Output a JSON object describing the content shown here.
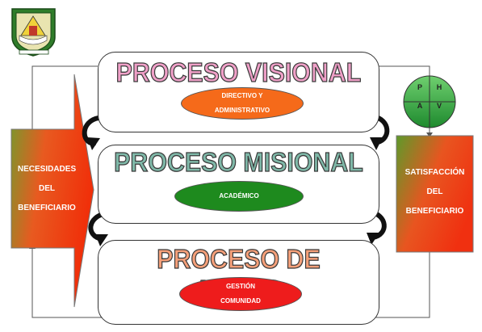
{
  "diagram": {
    "processes": [
      {
        "title": "PROCESO VISIONAL",
        "sub_lines": [
          "DIRECTIVO Y",
          "ADMINISTRATIVO"
        ],
        "colors": {
          "title": "#f0a0c8",
          "ellipse": "#f56a1a"
        }
      },
      {
        "title": "PROCESO MISIONAL",
        "sub_lines": [
          "ACADÉMICO"
        ],
        "colors": {
          "title": "#7fb8a8",
          "ellipse": "#1e8a1e"
        }
      },
      {
        "title": "PROCESO DE APOYO",
        "sub_lines": [
          "GESTIÓN",
          "COMUNIDAD"
        ],
        "colors": {
          "title": "#f5a07a",
          "ellipse": "#ee1c1c"
        }
      }
    ],
    "input": {
      "lines": [
        "NECESIDADES",
        "DEL",
        "BENEFICIARIO"
      ]
    },
    "output": {
      "lines": [
        "SATISFACCIÓN",
        "DEL",
        "BENEFICIARIO"
      ]
    },
    "phva": {
      "p": "P",
      "h": "H",
      "a": "A",
      "v": "V"
    },
    "logo": {
      "name": "institution-logo",
      "colors": [
        "#1f7a2a",
        "#e8d22a"
      ]
    }
  }
}
